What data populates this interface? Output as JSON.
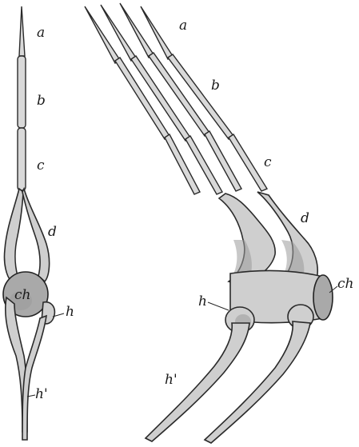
{
  "left_figure": {
    "labels": {
      "a": "a",
      "b": "b",
      "c": "c",
      "d": "d",
      "ch": "ch",
      "h": "h",
      "h_prime": "h'"
    }
  },
  "right_figure": {
    "labels": {
      "a": "a",
      "b": "b",
      "c": "c",
      "d": "d",
      "ch": "ch",
      "h": "h",
      "h_prime": "h'"
    }
  }
}
